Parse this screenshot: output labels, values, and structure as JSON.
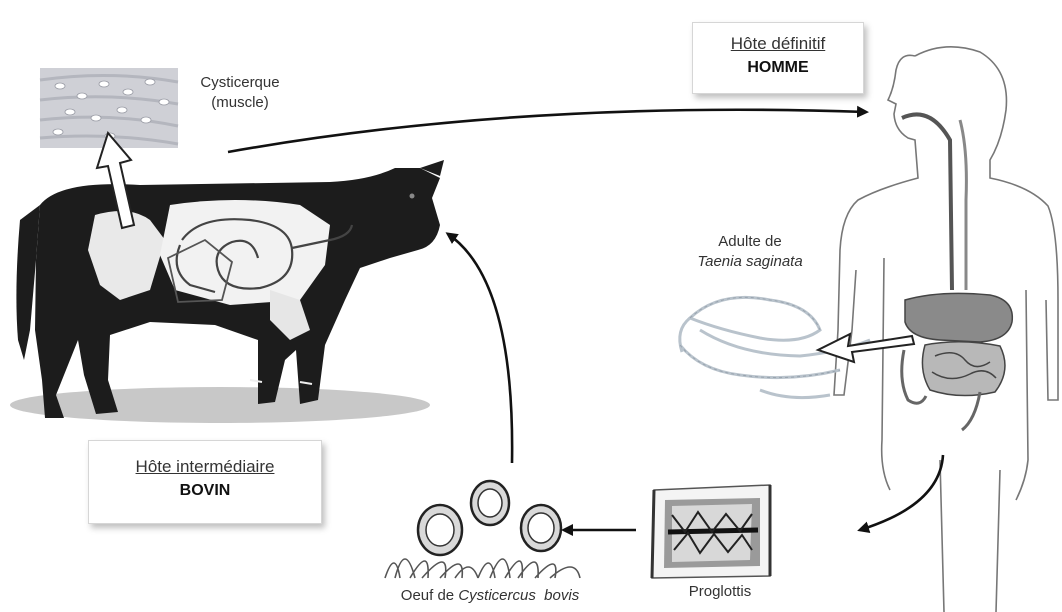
{
  "cysticercus_label": {
    "line1": "Cysticerque",
    "line2": "(muscle)"
  },
  "definitive_host": {
    "title": "Hôte définitif",
    "name": "HOMME"
  },
  "intermediate_host": {
    "title": "Hôte intermédiaire",
    "name": "BOVIN"
  },
  "adult_label": {
    "line1": "Adulte de",
    "line2": "Taenia saginata"
  },
  "egg_label": {
    "prefix": "Oeuf de ",
    "species": "Cysticercus  bovis"
  },
  "proglottis_label": "Proglottis",
  "colors": {
    "ink": "#111111",
    "organ": "#8a8a8a",
    "cow": "#1c1c1c"
  }
}
